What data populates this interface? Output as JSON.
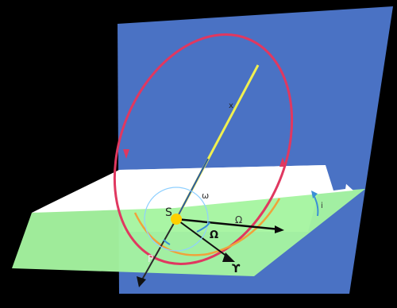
{
  "labels": {
    "sun": "S",
    "arg_periapsis": "ω",
    "node_plane": "Ω",
    "node_angle": "Ω",
    "vernal": "ϒ",
    "periapsis": "P",
    "inclination": "i"
  },
  "colors": {
    "background": "#000000",
    "orbital_plane": "#4a72c4",
    "reference_plane": "#a6f5a0",
    "reference_plane_band": "#ffffff",
    "orbit": "#e03860",
    "orbit_far_side": "#f0a23a",
    "apse_line": "#f0f050",
    "sun": "#ffd000",
    "node_line": "#0a0a0a",
    "angle_arcs": "#8fd0ff",
    "arrows": "#111111"
  }
}
